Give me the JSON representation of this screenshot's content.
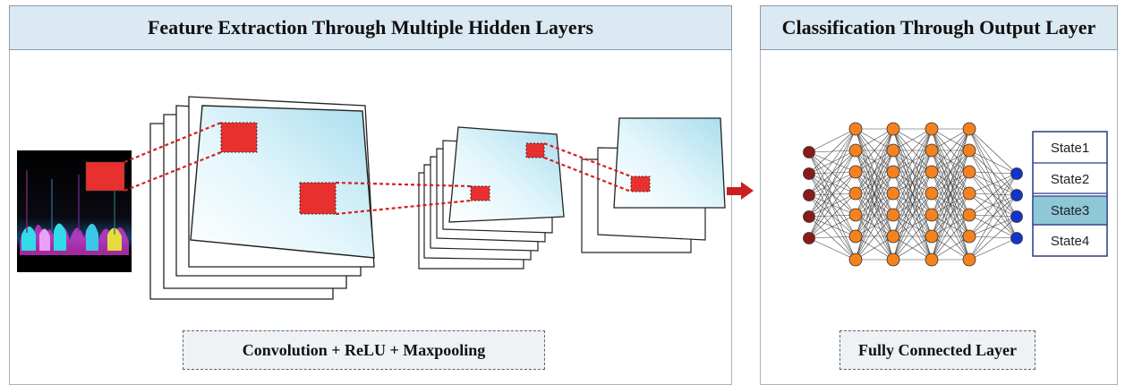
{
  "feature_panel": {
    "title": "Feature Extraction Through Multiple Hidden Layers",
    "caption": "Convolution + ReLU + Maxpooling"
  },
  "classification_panel": {
    "title": "Classification Through Output Layer",
    "caption": "Fully Connected Layer",
    "states": [
      "State1",
      "State2",
      "State3",
      "State4"
    ],
    "highlighted_state": "State3"
  },
  "colors": {
    "header_bg": "#dbe9f2",
    "feature_map_fill": "#c9ecf6",
    "kernel_red": "#e8302f",
    "input_neuron": "#8b1a1a",
    "hidden_neuron": "#f5821f",
    "output_neuron": "#1433c8",
    "highlight_state": "#8ec7d6",
    "arrow": "#cc1f1f"
  }
}
